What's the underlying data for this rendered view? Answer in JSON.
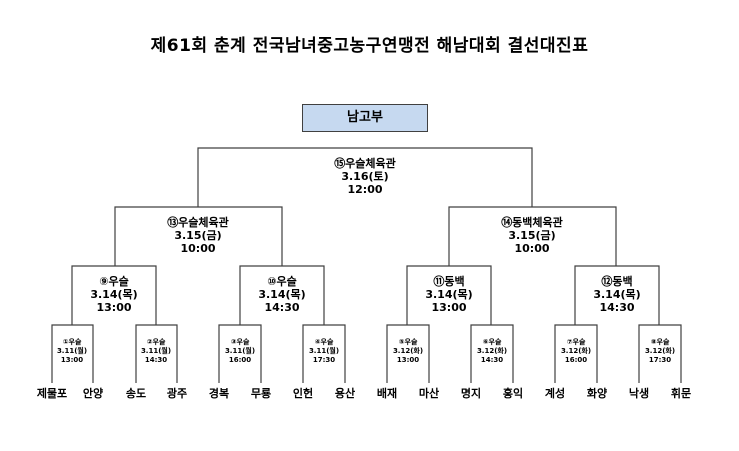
{
  "title": "제61회 춘계 전국남녀중고농구연맹전 해남대회 결선대진표",
  "division": "남고부",
  "colors": {
    "division_fill": "#c6d9f0",
    "line": "#404040"
  },
  "final": {
    "venue": "⑮우슬체육관",
    "date": "3.16(토)",
    "time": "12:00"
  },
  "semifinals": [
    {
      "venue": "⑬우슬체육관",
      "date": "3.15(금)",
      "time": "10:00"
    },
    {
      "venue": "⑭동백체육관",
      "date": "3.15(금)",
      "time": "10:00"
    }
  ],
  "quarterfinals": [
    {
      "venue": "⑨우슬",
      "date": "3.14(목)",
      "time": "13:00"
    },
    {
      "venue": "⑩우슬",
      "date": "3.14(목)",
      "time": "14:30"
    },
    {
      "venue": "⑪동백",
      "date": "3.14(목)",
      "time": "13:00"
    },
    {
      "venue": "⑫동백",
      "date": "3.14(목)",
      "time": "14:30"
    }
  ],
  "round1": [
    {
      "venue": "①우슬",
      "date": "3.11(월)",
      "time": "13:00"
    },
    {
      "venue": "②우슬",
      "date": "3.11(월)",
      "time": "14:30"
    },
    {
      "venue": "③우슬",
      "date": "3.11(월)",
      "time": "16:00"
    },
    {
      "venue": "④우슬",
      "date": "3.11(월)",
      "time": "17:30"
    },
    {
      "venue": "⑤우슬",
      "date": "3.12(화)",
      "time": "13:00"
    },
    {
      "venue": "⑥우슬",
      "date": "3.12(화)",
      "time": "14:30"
    },
    {
      "venue": "⑦우슬",
      "date": "3.12(화)",
      "time": "16:00"
    },
    {
      "venue": "⑧우슬",
      "date": "3.12(화)",
      "time": "17:30"
    }
  ],
  "teams": [
    "제물포",
    "안양",
    "송도",
    "광주",
    "경복",
    "무룡",
    "인헌",
    "용산",
    "배재",
    "마산",
    "명지",
    "홍익",
    "계성",
    "화양",
    "낙생",
    "휘문"
  ]
}
